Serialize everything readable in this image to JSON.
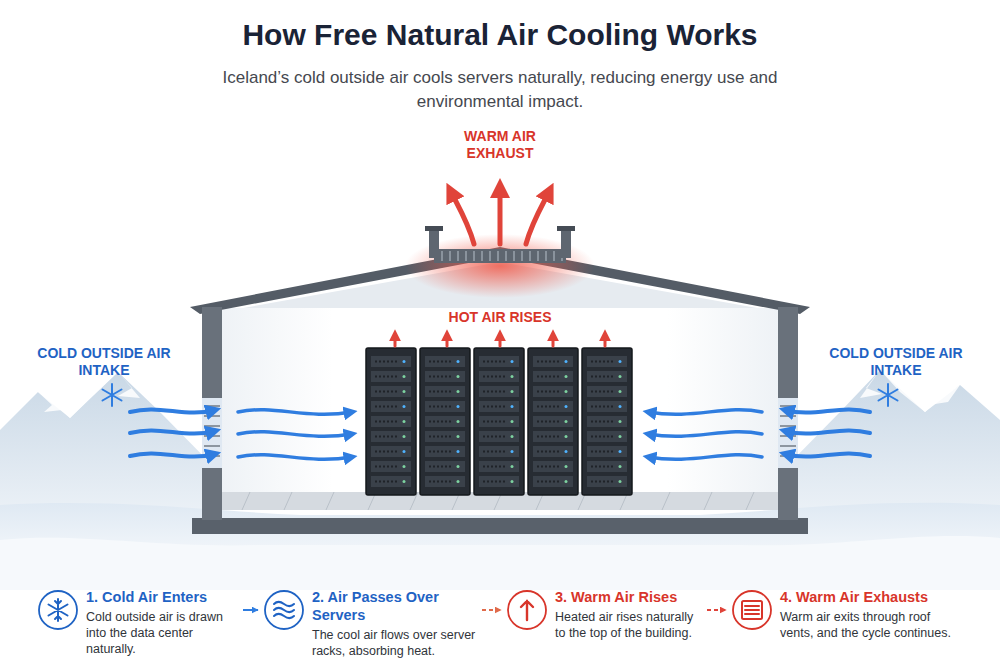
{
  "diagram": {
    "title": "How Free Natural Air Cooling Works",
    "caption": "Iceland’s cold outside air cools servers naturally, reducing energy use and environmental impact.",
    "nodes": [
      {
        "text": [
          "1. Cold Air Enters",
          "Cold outside air is drawn into the data center naturally."
        ]
      },
      {
        "text": [
          "2. Air Passes Over Servers",
          "The cool air flows over server racks, absorbing heat."
        ]
      },
      {
        "text": [
          "3. Warm Air Rises",
          "Heated air rises naturally to the top of the building."
        ]
      },
      {
        "text": [
          "4. Warm Air Exhausts",
          "Warm air exits through roof vents, and the cycle continues."
        ]
      }
    ],
    "edges": [
      {
        "from": 0,
        "to": 1,
        "arrow": "to"
      },
      {
        "from": 1,
        "to": 2,
        "arrow": "to"
      },
      {
        "from": 2,
        "to": 3,
        "arrow": "to"
      }
    ],
    "labels": [
      "WARM AIR EXHAUST",
      "HOT AIR RISES",
      "COLD OUTSIDE AIR INTAKE",
      "COLD OUTSIDE AIR INTAKE"
    ]
  }
}
